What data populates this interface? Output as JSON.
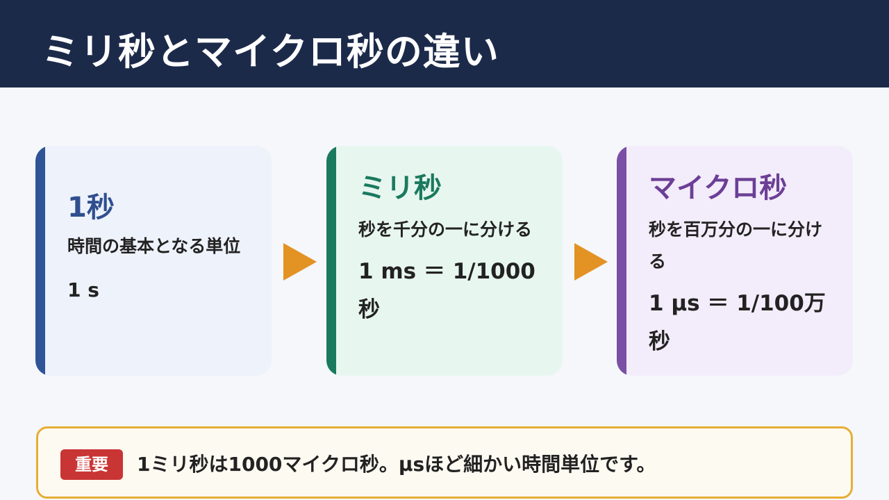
{
  "title": "ミリ秒とマイクロ秒の違い",
  "cards": [
    {
      "heading": "1秒",
      "description": "時間の基本となる単位",
      "value": "1 s",
      "color": "#2f5597"
    },
    {
      "heading": "ミリ秒",
      "description": "秒を千分の一に分ける",
      "value": "1 ms ＝ 1/1000秒",
      "color": "#1a7a5e"
    },
    {
      "heading": "マイクロ秒",
      "description": "秒を百万分の一に分ける",
      "value": "1 μs ＝ 1/100万秒",
      "color": "#7b4fa6"
    }
  ],
  "note": {
    "badge": "重要",
    "text": "1ミリ秒は1000マイクロ秒。μsほど細かい時間単位です。"
  },
  "colors": {
    "header_bg": "#1c2a4a",
    "arrow": "#e39224",
    "note_border": "#e7ad34",
    "badge_bg": "#c93535"
  },
  "icons": [
    "arrow-right-icon",
    "arrow-right-icon"
  ]
}
